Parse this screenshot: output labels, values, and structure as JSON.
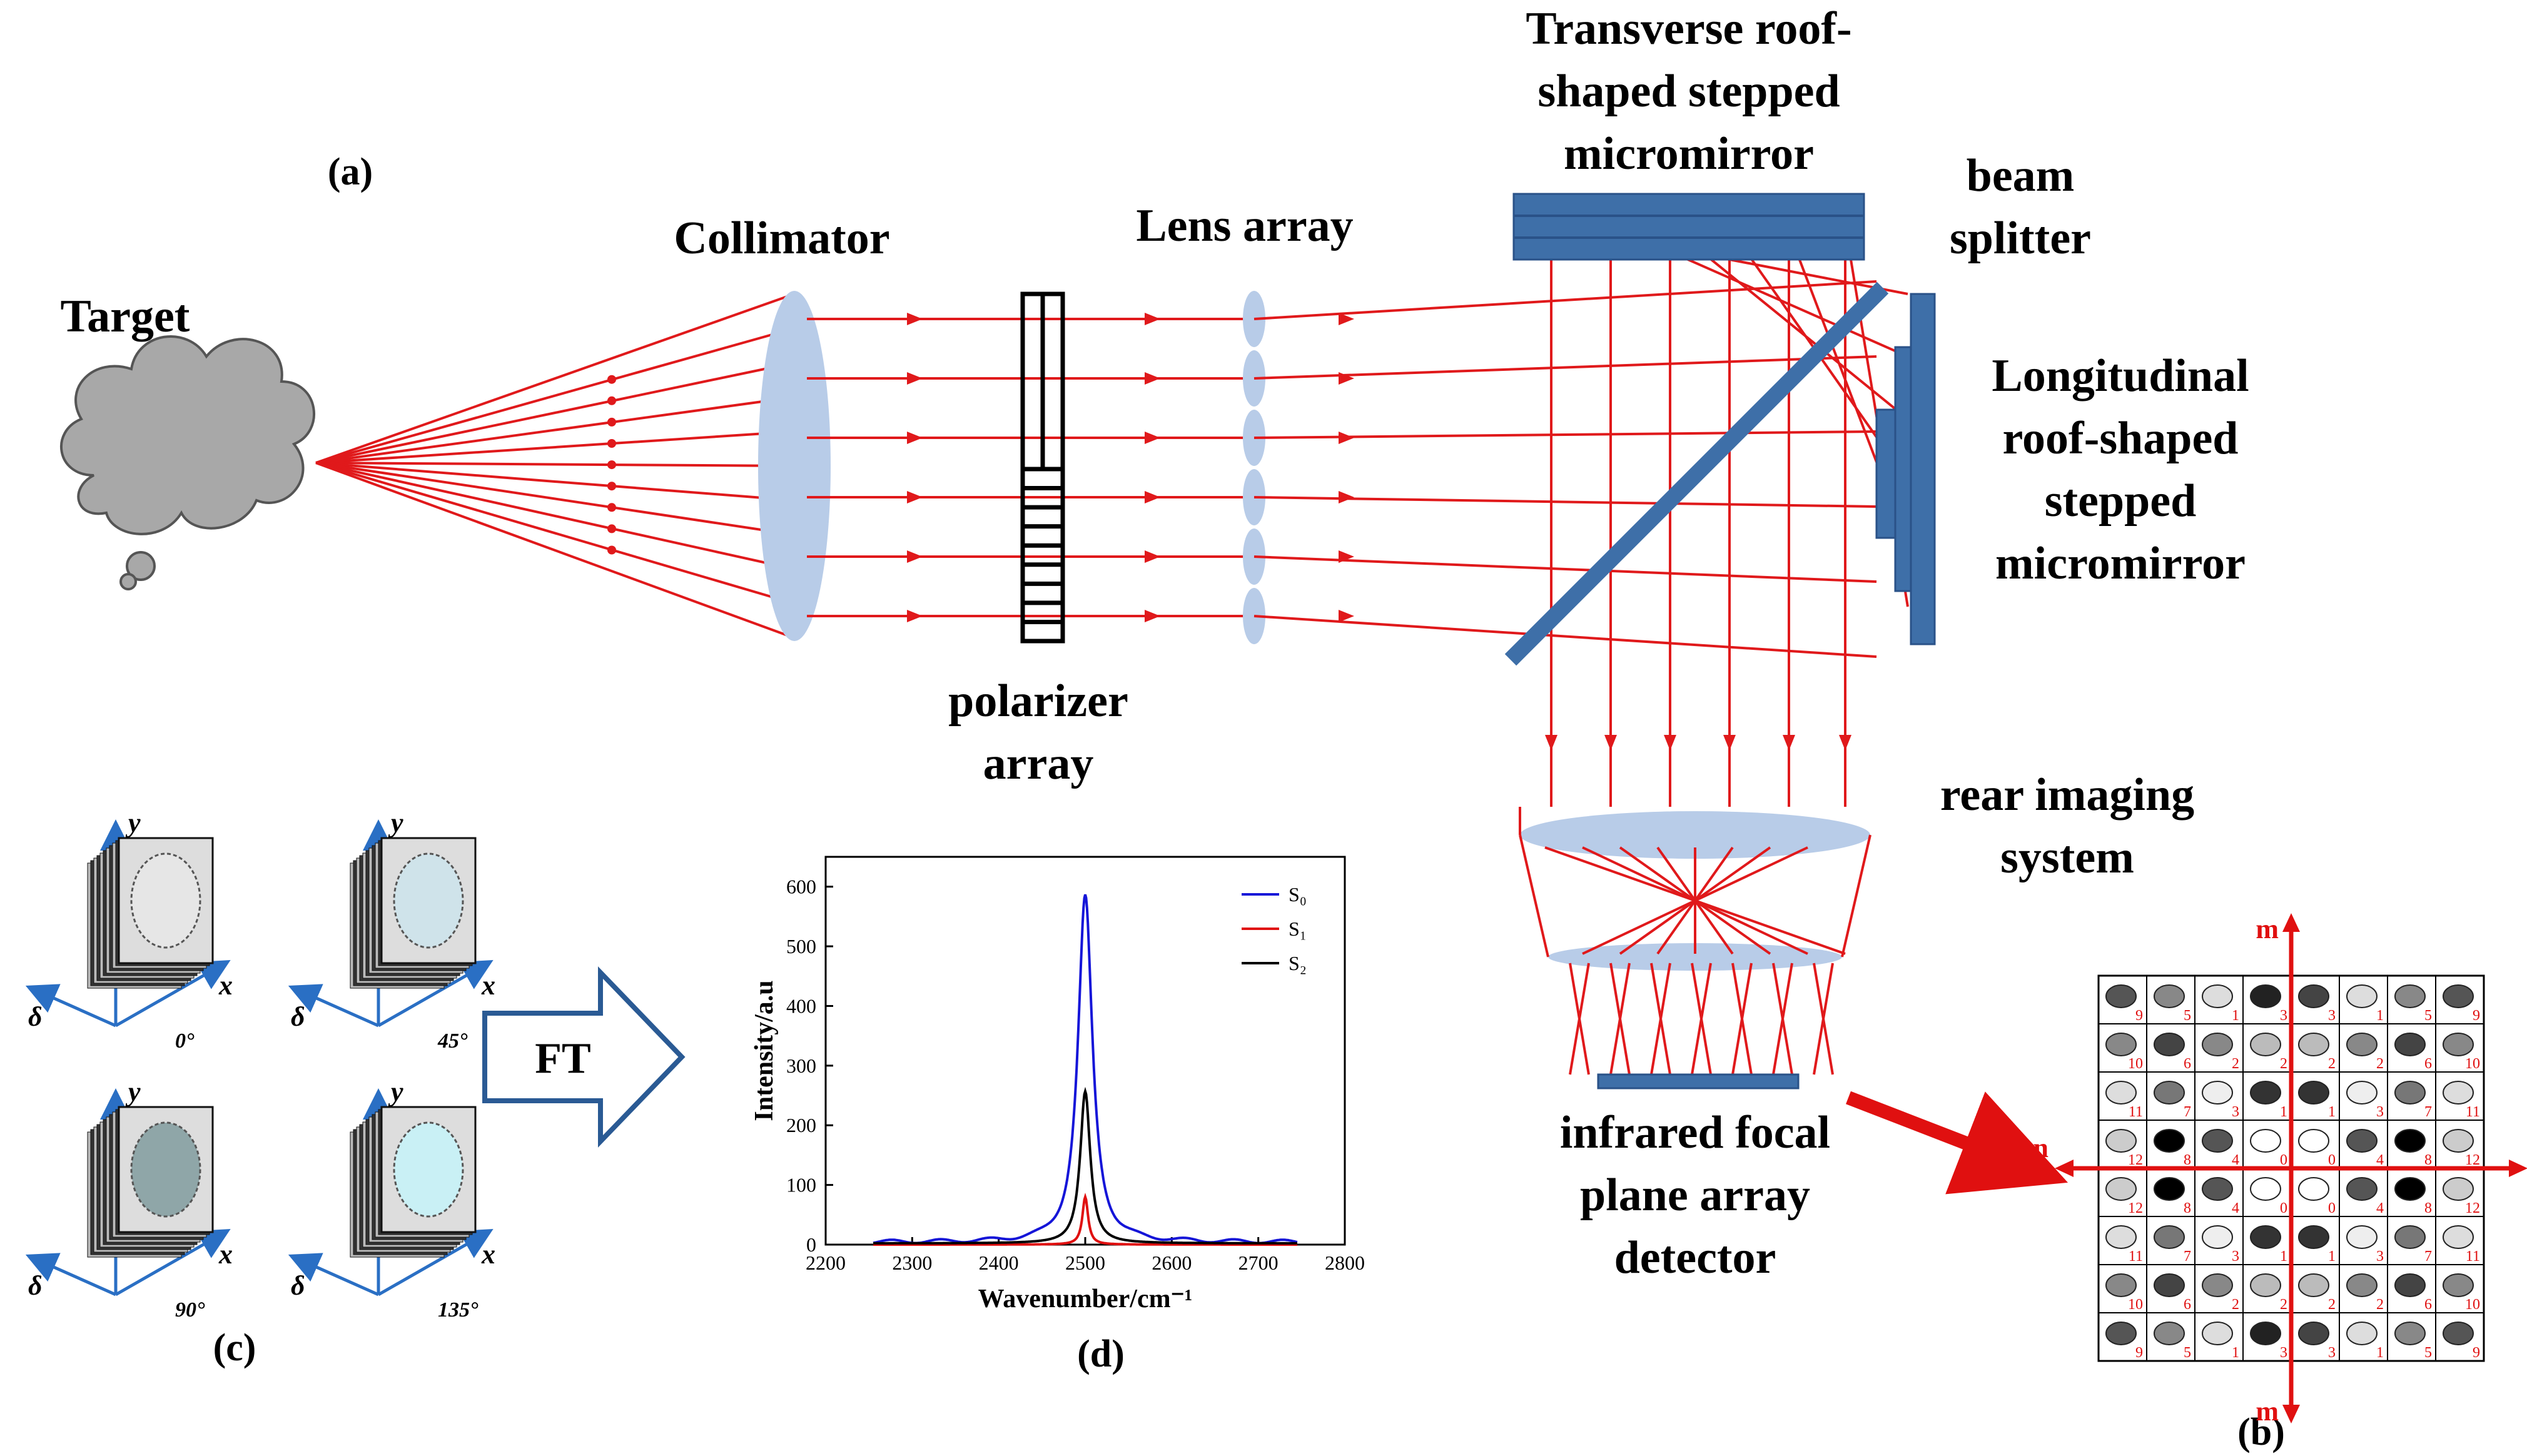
{
  "panels": {
    "a": "(a)",
    "b": "(b)",
    "c": "(c)",
    "d": "(d)"
  },
  "labels": {
    "target": "Target",
    "collimator": "Collimator",
    "lens_array": "Lens array",
    "polarizer_array_line1": "polarizer",
    "polarizer_array_line2": "array",
    "transverse_line1": "Transverse roof-",
    "transverse_line2": "shaped stepped",
    "transverse_line3": "micromirror",
    "beam_splitter_line1": "beam",
    "beam_splitter_line2": "splitter",
    "longitudinal_line1": "Longitudinal",
    "longitudinal_line2": "roof-shaped",
    "longitudinal_line3": "stepped",
    "longitudinal_line4": "micromirror",
    "rear_imaging_line1": "rear imaging",
    "rear_imaging_line2": "system",
    "detector_line1": "infrared focal",
    "detector_line2": "plane array",
    "detector_line3": "detector",
    "ft": "FT"
  },
  "cubes": [
    {
      "angle": "0°",
      "tint": "#e6e6e6"
    },
    {
      "angle": "45°",
      "tint": "#cfe3ea"
    },
    {
      "angle": "90°",
      "tint": "#8fa6a8"
    },
    {
      "angle": "135°",
      "tint": "#c9f0f5"
    }
  ],
  "axes": {
    "x": "x",
    "y": "y",
    "delta": "δ"
  },
  "grid": {
    "axis_m": "m",
    "axis_n": "n",
    "rows": [
      [
        "9",
        "5",
        "1",
        "3",
        "3",
        "1",
        "5",
        "9"
      ],
      [
        "10",
        "6",
        "2",
        "2",
        "2",
        "2",
        "6",
        "10"
      ],
      [
        "11",
        "7",
        "3",
        "1",
        "1",
        "3",
        "7",
        "11"
      ],
      [
        "12",
        "8",
        "4",
        "0",
        "0",
        "4",
        "8",
        "12"
      ],
      [
        "12",
        "8",
        "4",
        "0",
        "0",
        "4",
        "8",
        "12"
      ],
      [
        "11",
        "7",
        "3",
        "1",
        "1",
        "3",
        "7",
        "11"
      ],
      [
        "10",
        "6",
        "2",
        "2",
        "2",
        "2",
        "6",
        "10"
      ],
      [
        "9",
        "5",
        "1",
        "3",
        "3",
        "1",
        "5",
        "9"
      ]
    ],
    "shades": [
      [
        "#555",
        "#888",
        "#ddd",
        "#222",
        "#444",
        "#ddd",
        "#888",
        "#555"
      ],
      [
        "#888",
        "#444",
        "#888",
        "#bbb",
        "#bbb",
        "#888",
        "#444",
        "#888"
      ],
      [
        "#ddd",
        "#777",
        "#eee",
        "#333",
        "#333",
        "#eee",
        "#777",
        "#ddd"
      ],
      [
        "#ccc",
        "#000",
        "#555",
        "#fff",
        "#fff",
        "#555",
        "#000",
        "#ccc"
      ],
      [
        "#ccc",
        "#000",
        "#555",
        "#fff",
        "#fff",
        "#555",
        "#000",
        "#ccc"
      ],
      [
        "#ddd",
        "#777",
        "#eee",
        "#333",
        "#333",
        "#eee",
        "#777",
        "#ddd"
      ],
      [
        "#888",
        "#444",
        "#888",
        "#bbb",
        "#bbb",
        "#888",
        "#444",
        "#888"
      ],
      [
        "#555",
        "#888",
        "#ddd",
        "#222",
        "#444",
        "#ddd",
        "#888",
        "#555"
      ]
    ]
  },
  "chart_data": {
    "type": "line",
    "title": "",
    "xlabel": "Wavenumber/cm⁻¹",
    "ylabel": "Intensity/a.u",
    "xlim": [
      2200,
      2800
    ],
    "ylim": [
      0,
      650
    ],
    "x_ticks": [
      2200,
      2300,
      2400,
      2500,
      2600,
      2700,
      2800
    ],
    "y_ticks": [
      0,
      100,
      200,
      300,
      400,
      500,
      600
    ],
    "legend_position": "top-right",
    "series": [
      {
        "name": "S₀",
        "color": "#1515d8",
        "peak_x": 2500,
        "peak": 580,
        "width": 10,
        "x": [
          2255,
          2300,
          2400,
          2480,
          2500,
          2520,
          2600,
          2700,
          2745
        ],
        "y": [
          5,
          8,
          6,
          30,
          580,
          30,
          6,
          8,
          5
        ]
      },
      {
        "name": "S₁",
        "color": "#e01010",
        "peak_x": 2500,
        "peak": 80,
        "width": 4,
        "x": [
          2255,
          2400,
          2490,
          2500,
          2510,
          2600,
          2745
        ],
        "y": [
          0,
          0,
          3,
          80,
          3,
          0,
          0
        ]
      },
      {
        "name": "S₂",
        "color": "#000000",
        "peak_x": 2500,
        "peak": 255,
        "width": 7,
        "x": [
          2255,
          2400,
          2485,
          2500,
          2515,
          2600,
          2745
        ],
        "y": [
          2,
          2,
          20,
          255,
          20,
          2,
          2
        ]
      }
    ]
  }
}
